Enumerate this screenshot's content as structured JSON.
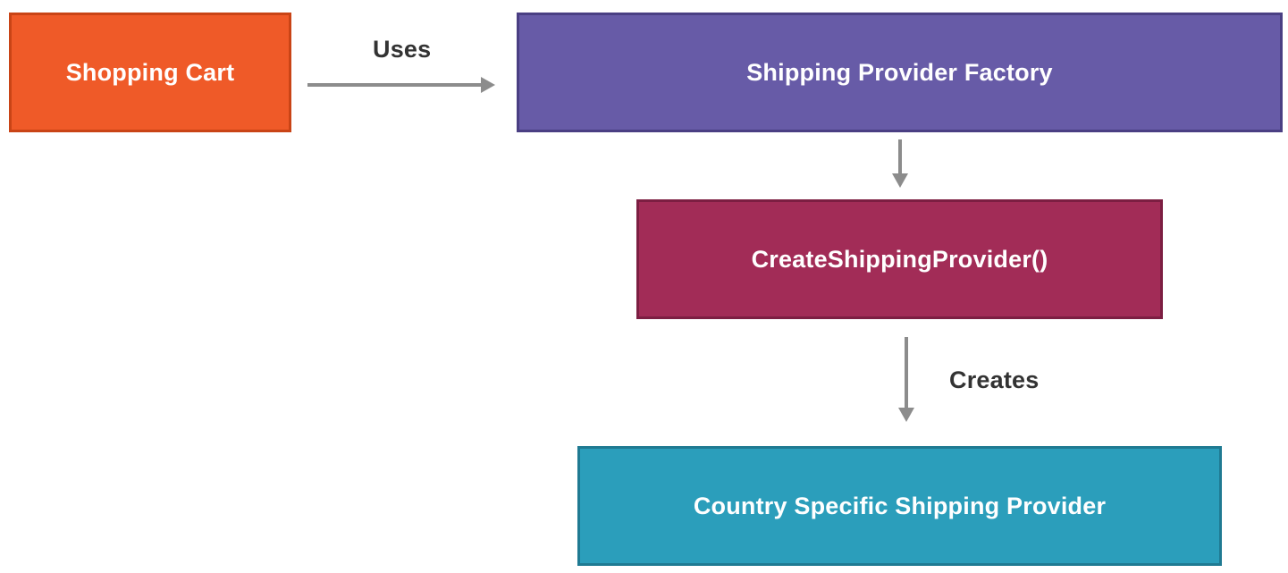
{
  "boxes": {
    "shopping_cart": {
      "label": "Shopping Cart",
      "fill": "#EF5A28",
      "border": "#C94416"
    },
    "factory": {
      "label": "Shipping Provider Factory",
      "fill": "#675BA7",
      "border": "#4A3F83"
    },
    "create_method": {
      "label": "CreateShippingProvider()",
      "fill": "#A22C57",
      "border": "#7C1E42"
    },
    "country_provider": {
      "label": "Country Specific Shipping Provider",
      "fill": "#2B9EBB",
      "border": "#1F7A92"
    }
  },
  "edges": {
    "uses": {
      "label": "Uses",
      "from": "Shopping Cart",
      "to": "Shipping Provider Factory"
    },
    "factory_to_method": {
      "label": "",
      "from": "Shipping Provider Factory",
      "to": "CreateShippingProvider()"
    },
    "creates": {
      "label": "Creates",
      "from": "CreateShippingProvider()",
      "to": "Country Specific Shipping Provider"
    }
  },
  "colors": {
    "arrow": "#8C8C8C",
    "edge_label": "#333333"
  }
}
